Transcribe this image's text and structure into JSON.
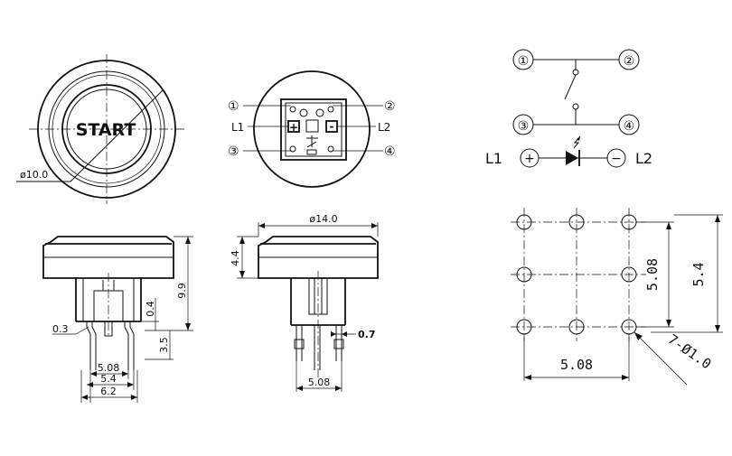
{
  "front_view": {
    "button_text": "START",
    "diameter_label": "ø10.0"
  },
  "bottom_view": {
    "pin_labels": [
      "①",
      "②",
      "③",
      "④"
    ],
    "l1_label": "L1",
    "l2_label": "L2",
    "plus_symbol": "+",
    "minus_symbol": "-"
  },
  "side_view": {
    "dim_9_9": "9.9",
    "dim_0_4": "0.4",
    "dim_0_3": "0.3",
    "dim_3_5": "3.5",
    "dim_5_08": "5.08",
    "dim_5_4": "5.4",
    "dim_6_2": "6.2"
  },
  "side_view_2": {
    "dim_14_0": "ø14.0",
    "dim_4_4": "4.4",
    "dim_0_7": "0.7",
    "dim_5_08": "5.08"
  },
  "schematic": {
    "pin1": "①",
    "pin2": "②",
    "pin3": "③",
    "pin4": "④",
    "l1": "L1",
    "l2": "L2",
    "plus": "+",
    "minus": "−"
  },
  "pcb_layout": {
    "dim_h_5_08": "5.08",
    "dim_v_5_08": "5.08",
    "dim_v_5_4": "5.4",
    "hole_label": "7-Ø1.0"
  }
}
